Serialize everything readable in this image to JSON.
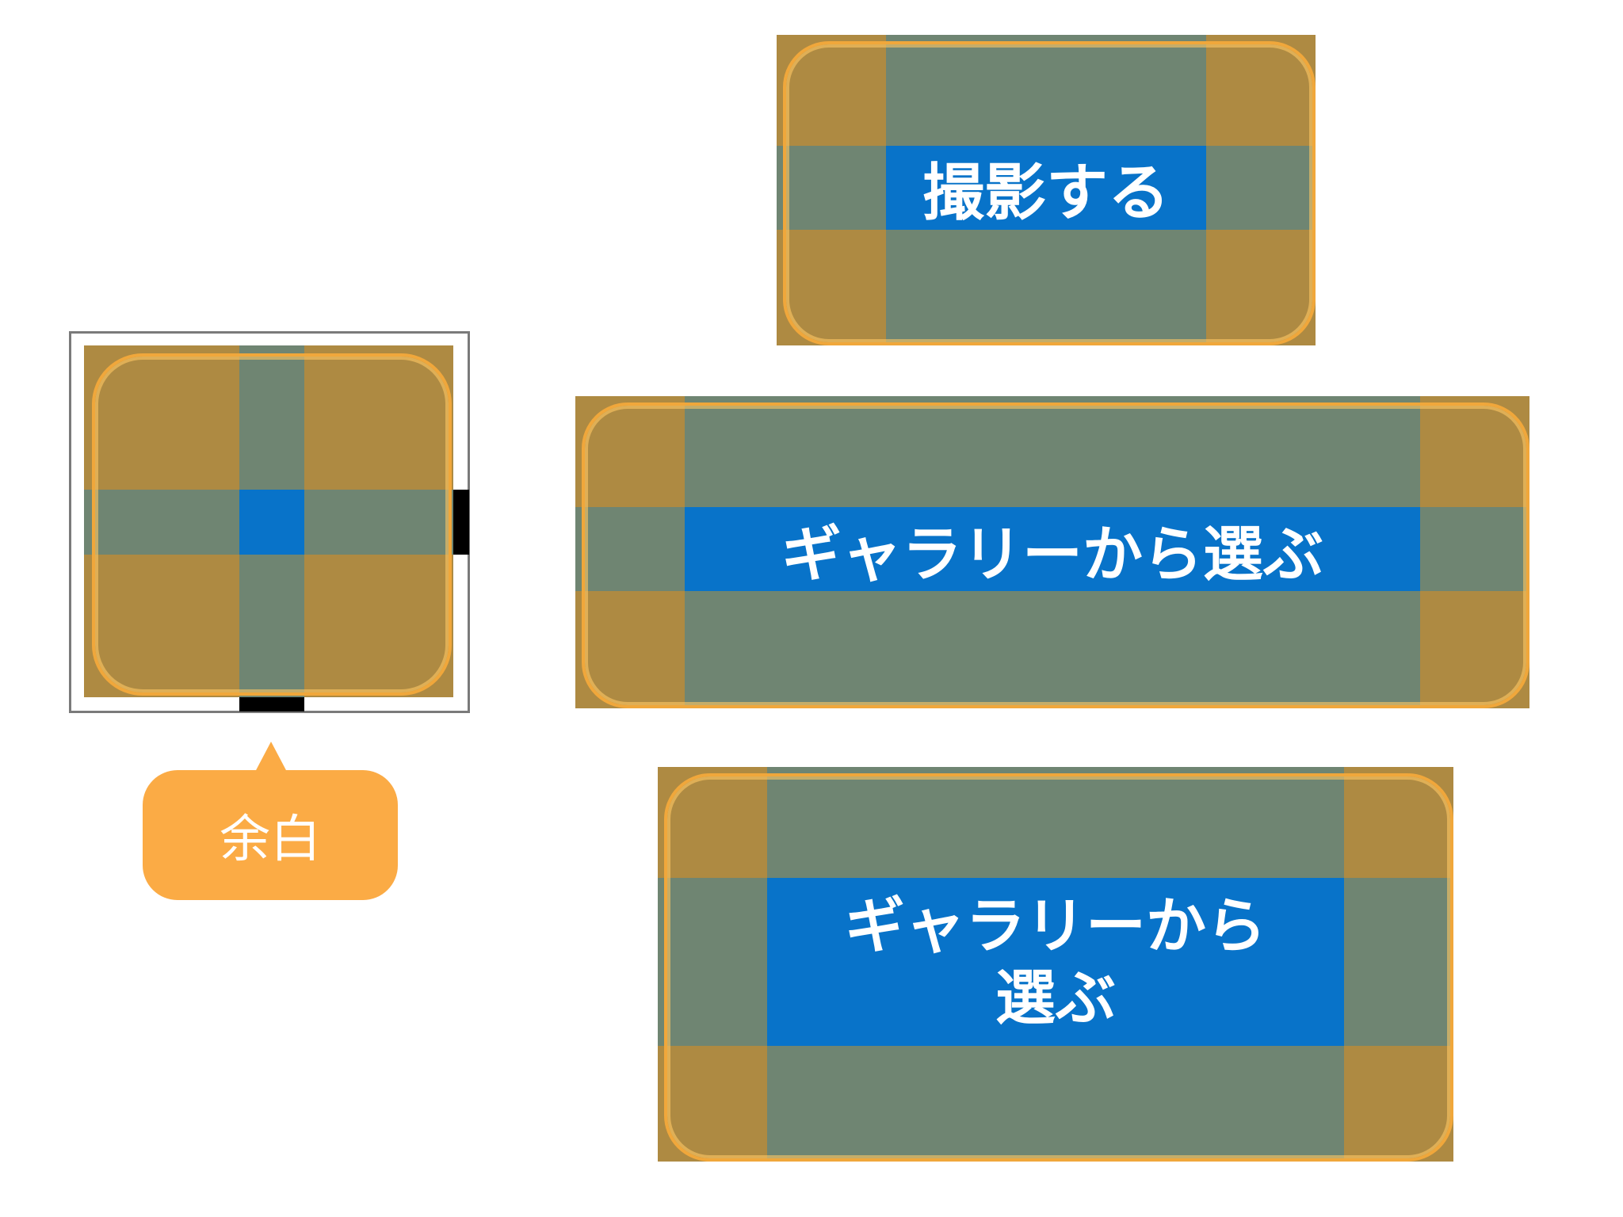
{
  "colors": {
    "orange": "#fbab45",
    "tan": "#ae8a42",
    "green": "#6f8572",
    "blue": "#0873c9",
    "stroke": "#f0a73b"
  },
  "source_sprite": {
    "icon": "nine-slice-source-icon"
  },
  "callout": {
    "label": "余白"
  },
  "buttons": [
    {
      "id": "capture",
      "label": "撮影する"
    },
    {
      "id": "gallery-wide",
      "label": "ギャラリーから選ぶ"
    },
    {
      "id": "gallery-wrap",
      "label": "ギャラリーから\n選ぶ"
    }
  ]
}
